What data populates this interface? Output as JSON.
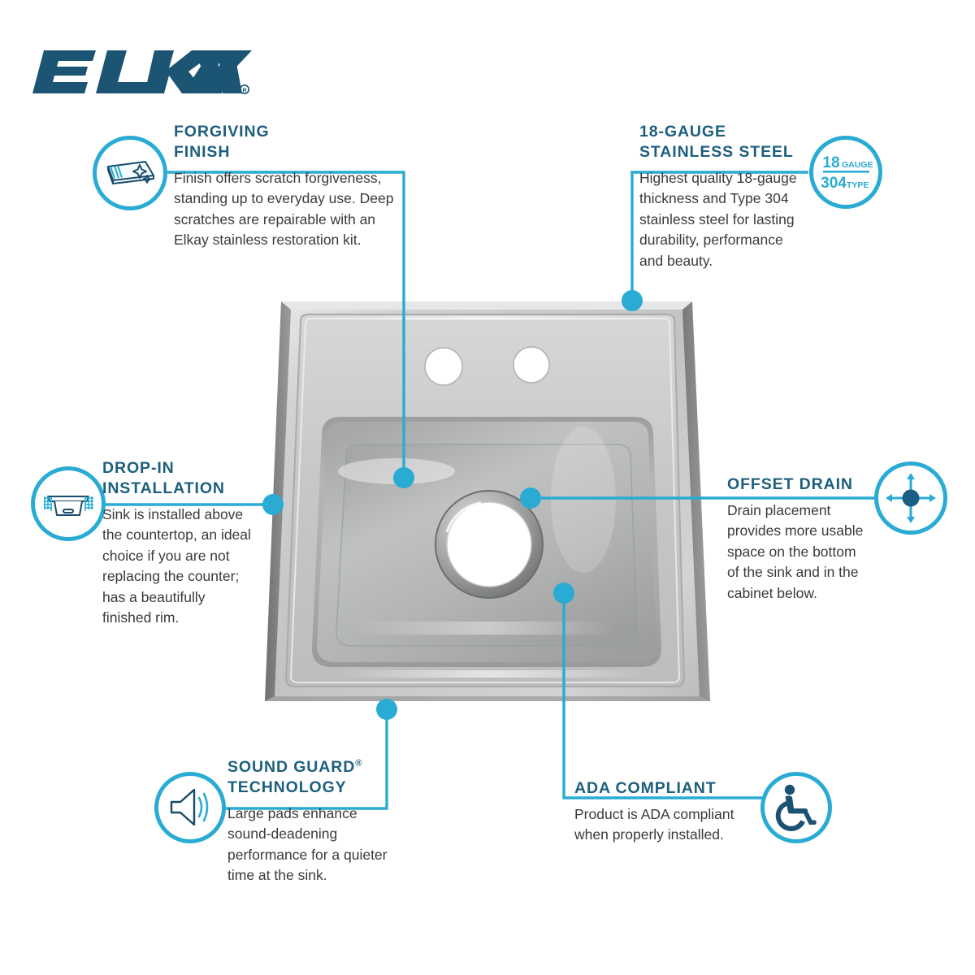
{
  "brand": {
    "name": "ELKAY",
    "trademark": "®"
  },
  "colors": {
    "accent_teal": "#29abd4",
    "heading_navy": "#1d5f7e",
    "logo_navy": "#1c5573",
    "body_text": "#3a3a3a",
    "icon_navy": "#174b68",
    "sink_steel": "#bdbdbd"
  },
  "callouts": [
    {
      "id": "forgiving-finish",
      "heading_lines": [
        "FORGIVING",
        "FINISH"
      ],
      "body": "Finish offers scratch forgiveness, standing up to everyday use. Deep scratches are repairable with an Elkay stainless restoration kit.",
      "icon": "brushed-panel-sparkle-icon"
    },
    {
      "id": "18-gauge-stainless-steel",
      "heading_lines": [
        "18-GAUGE",
        "STAINLESS STEEL"
      ],
      "body": "Highest quality 18-gauge thickness and Type 304 stainless steel for lasting durability, performance and beauty.",
      "icon": "gauge-type-badge-icon",
      "icon_text": {
        "top_number": "18",
        "top_word": "GAUGE",
        "bottom_number": "304",
        "bottom_word": "TYPE"
      }
    },
    {
      "id": "drop-in-installation",
      "heading_lines": [
        "DROP-IN",
        "INSTALLATION"
      ],
      "body": "Sink is installed above the countertop, an ideal choice if you are not replacing the counter; has a beautifully finished rim.",
      "icon": "drop-in-sink-section-icon"
    },
    {
      "id": "offset-drain",
      "heading_lines": [
        "OFFSET DRAIN"
      ],
      "body": "Drain placement provides more usable space on the bottom of the sink and in the cabinet below.",
      "icon": "four-way-arrows-icon"
    },
    {
      "id": "sound-guard-technology",
      "heading_lines": [
        "SOUND GUARD®",
        "TECHNOLOGY"
      ],
      "heading_html_1": "SOUND GUARD",
      "heading_reg": "®",
      "heading_html_2": "TECHNOLOGY",
      "body": "Large pads enhance sound-deadening performance for a quieter time at the sink.",
      "icon": "speaker-sound-icon"
    },
    {
      "id": "ada-compliant",
      "heading_lines": [
        "ADA COMPLIANT"
      ],
      "body": "Product is ADA compliant when properly installed.",
      "icon": "wheelchair-accessibility-icon"
    }
  ],
  "product": {
    "name": "stainless-steel-drop-in-sink",
    "faucet_holes": 2,
    "drain": "offset-drain"
  }
}
